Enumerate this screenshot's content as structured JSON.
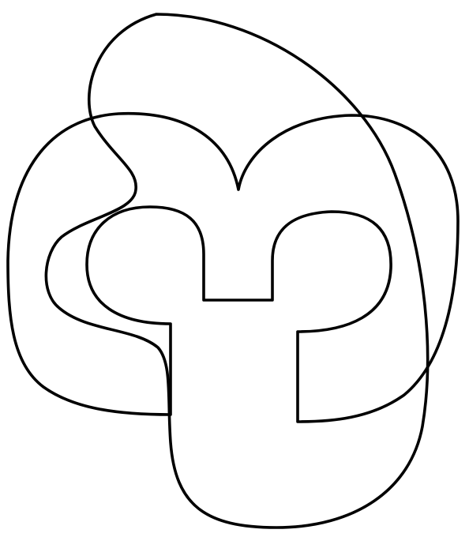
{
  "figure": {
    "background_color": "#ffffff",
    "stroke_color": "#000000",
    "curves": [
      {
        "name": "outer-heart-curve"
      },
      {
        "name": "tall-oval-curve"
      },
      {
        "name": "inner-cross-curve"
      }
    ]
  }
}
